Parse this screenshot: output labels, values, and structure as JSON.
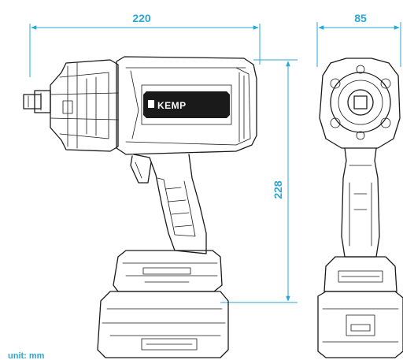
{
  "diagram": {
    "dimension_width_side": "220",
    "dimension_width_front": "85",
    "dimension_height": "228",
    "unit_label": "unit: mm",
    "brand_label": "KEMP"
  },
  "colors": {
    "dimension": "#2aa7d6",
    "outline": "#1a1a1a",
    "badge": "#1a1a1a"
  }
}
